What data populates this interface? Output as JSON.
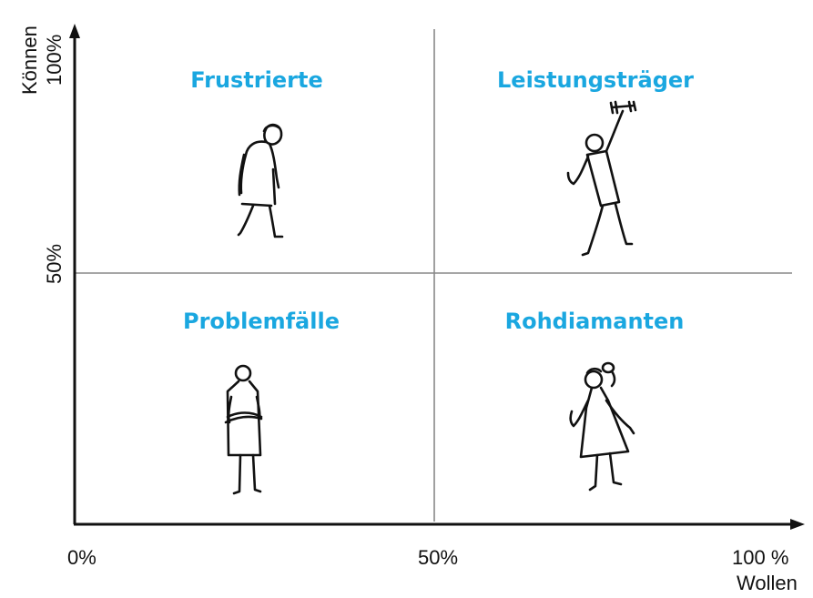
{
  "diagram": {
    "quadrants": {
      "top_left": "Frustrierte",
      "top_right": "Leistungsträger",
      "bottom_left": "Problemfälle",
      "bottom_right": "Rohdiamanten"
    },
    "x_axis": {
      "label": "Wollen",
      "ticks": [
        "0%",
        "50%",
        "100 %"
      ]
    },
    "y_axis": {
      "label": "Können",
      "ticks": [
        "100%",
        "50%"
      ]
    },
    "colors": {
      "quadrant_label": "#1aa7e0",
      "axis": "#111111",
      "divider": "#888888"
    }
  }
}
